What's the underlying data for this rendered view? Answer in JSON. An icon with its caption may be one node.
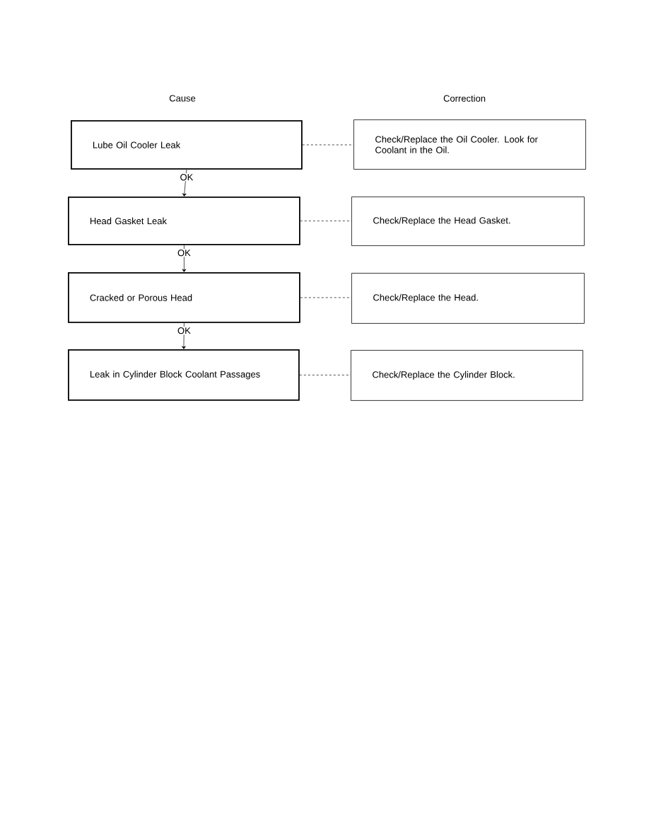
{
  "diagram": {
    "nodes": [
      {
        "text": [
          "Lube Oil Cooler Leak"
        ]
      },
      {
        "text": [
          "Check/Replace the Oil Cooler. Look for Coolant in the Oil."
        ]
      },
      {
        "text": [
          "Head Gasket Leak"
        ]
      },
      {
        "text": [
          "Check/Replace the Head Gasket."
        ]
      },
      {
        "text": [
          "Cracked or Porous Head"
        ]
      },
      {
        "text": [
          "Check/Replace the Head."
        ]
      },
      {
        "text": [
          "Leak in Cylinder Block Coolant Passages"
        ]
      },
      {
        "text": [
          "Check/Replace the Cylinder Block."
        ]
      }
    ],
    "edges": [
      {
        "from": 0,
        "to": 1,
        "arrow": "none",
        "style": "dashed"
      },
      {
        "from": 0,
        "to": 2,
        "arrow": "to",
        "label": "OK"
      },
      {
        "from": 2,
        "to": 3,
        "arrow": "none",
        "style": "dashed"
      },
      {
        "from": 2,
        "to": 4,
        "arrow": "to",
        "label": "OK"
      },
      {
        "from": 4,
        "to": 5,
        "arrow": "none",
        "style": "dashed"
      },
      {
        "from": 4,
        "to": 6,
        "arrow": "to",
        "label": "OK"
      },
      {
        "from": 6,
        "to": 7,
        "arrow": "none",
        "style": "dashed"
      }
    ],
    "labels": [
      "Cause",
      "Correction"
    ]
  }
}
